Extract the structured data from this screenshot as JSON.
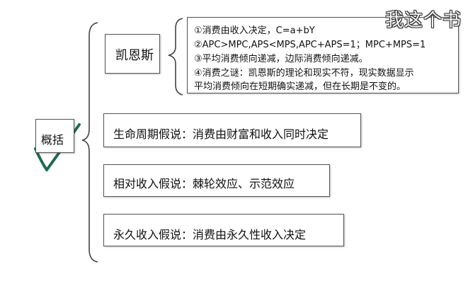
{
  "root": {
    "label": "概括"
  },
  "keynes": {
    "label": "凯恩斯",
    "details": [
      "①消费由收入决定，C=a+bY",
      "②APC>MPC,APS<MPS,APC+APS=1；MPC+MPS=1",
      "③平均消费倾向递减，边际消费倾向递减。",
      "④消费之谜：凯恩斯的理论和现实不符，现实数据显示",
      "平均消费倾向在短期确实递减，但在长期是不变的。"
    ]
  },
  "hypotheses": [
    {
      "label": "生命周期假说：消费由财富和收入同时决定"
    },
    {
      "label": "相对收入假说：棘轮效应、示范效应"
    },
    {
      "label": "永久收入假说：消费由永久性收入决定"
    }
  ],
  "overlay": {
    "text": "我这个书"
  },
  "colors": {
    "check": "#1e6b52",
    "border": "#555555"
  }
}
